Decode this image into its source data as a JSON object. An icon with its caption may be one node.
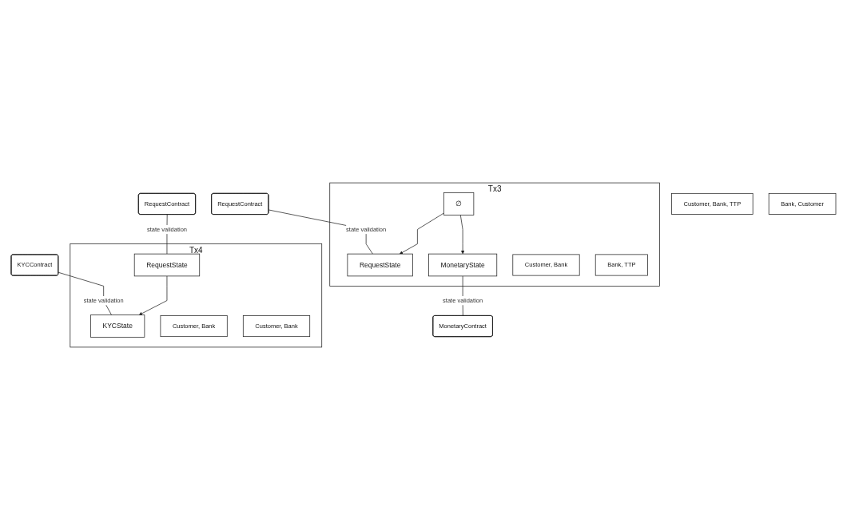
{
  "diagram": {
    "nodes": [
      {
        "text": [
          "RequestContract"
        ]
      },
      {
        "text": [
          "Tx3"
        ]
      },
      {
        "text": [
          "∅"
        ],
        "in": 1
      },
      {
        "text": [
          "RequestState"
        ],
        "in": 1
      },
      {
        "text": [
          "Customer, Bank"
        ],
        "in": 1
      },
      {
        "text": [
          "MonetaryState"
        ],
        "in": 1
      },
      {
        "text": [
          "Bank, TTP"
        ],
        "in": 1
      },
      {
        "text": [
          "Customer, Bank, TTP"
        ]
      },
      {
        "text": [
          "MonetaryContract"
        ]
      },
      {
        "text": [
          "RequestContract"
        ]
      },
      {
        "text": [
          "KYCContract"
        ]
      },
      {
        "text": [
          "Tx4"
        ]
      },
      {
        "text": [
          "RequestState"
        ],
        "in": 11
      },
      {
        "text": [
          "Customer, Bank"
        ],
        "in": 11
      },
      {
        "text": [
          "KYCState"
        ],
        "in": 11
      },
      {
        "text": [
          "Customer, Bank"
        ],
        "in": 11
      },
      {
        "text": [
          "Bank, Customer"
        ]
      }
    ],
    "edges": [
      {
        "from": 0,
        "to": 3,
        "arrow": "none",
        "label": "state validation"
      },
      {
        "from": 2,
        "to": 3,
        "arrow": "to"
      },
      {
        "from": 2,
        "to": 5,
        "arrow": "to"
      },
      {
        "from": 5,
        "to": 8,
        "arrow": "none",
        "label": "state validation"
      },
      {
        "from": 9,
        "to": 12,
        "arrow": "none",
        "label": "state validation"
      },
      {
        "from": 10,
        "to": 14,
        "arrow": "none",
        "label": "state validation"
      },
      {
        "from": 12,
        "to": 14,
        "arrow": "to"
      }
    ]
  }
}
